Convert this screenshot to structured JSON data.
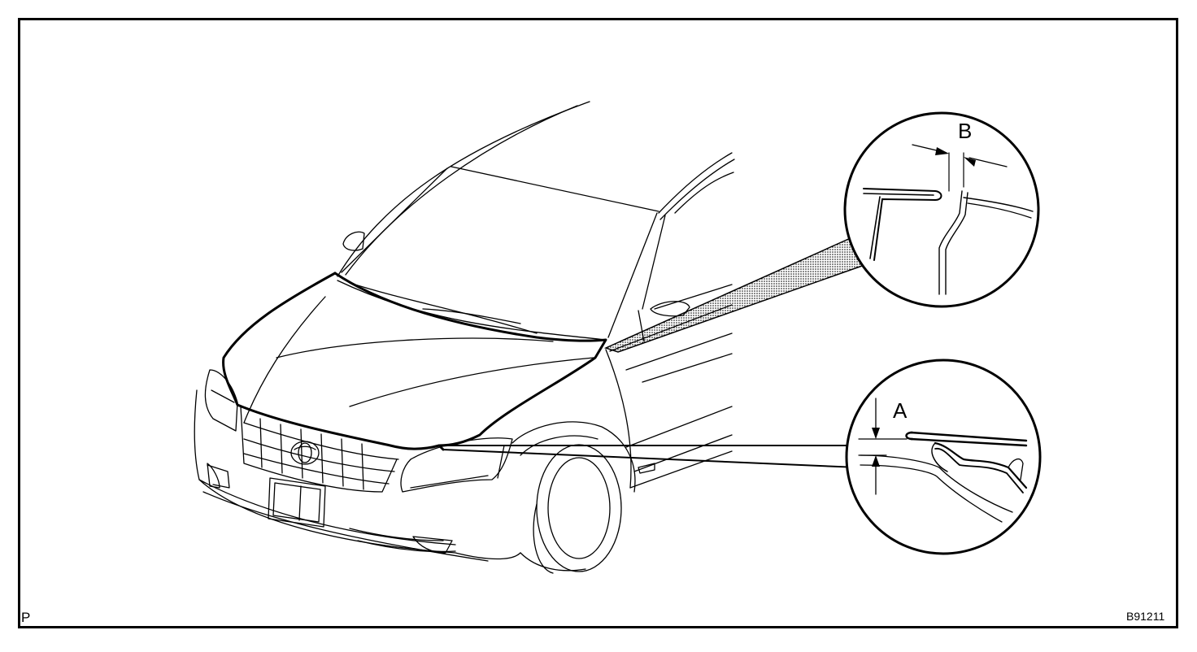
{
  "labels": {
    "b": "B",
    "a": "A"
  },
  "corner": {
    "left_mark": "P",
    "figure_code": "B91211"
  },
  "colors": {
    "ink": "#000000",
    "paper": "#ffffff"
  }
}
